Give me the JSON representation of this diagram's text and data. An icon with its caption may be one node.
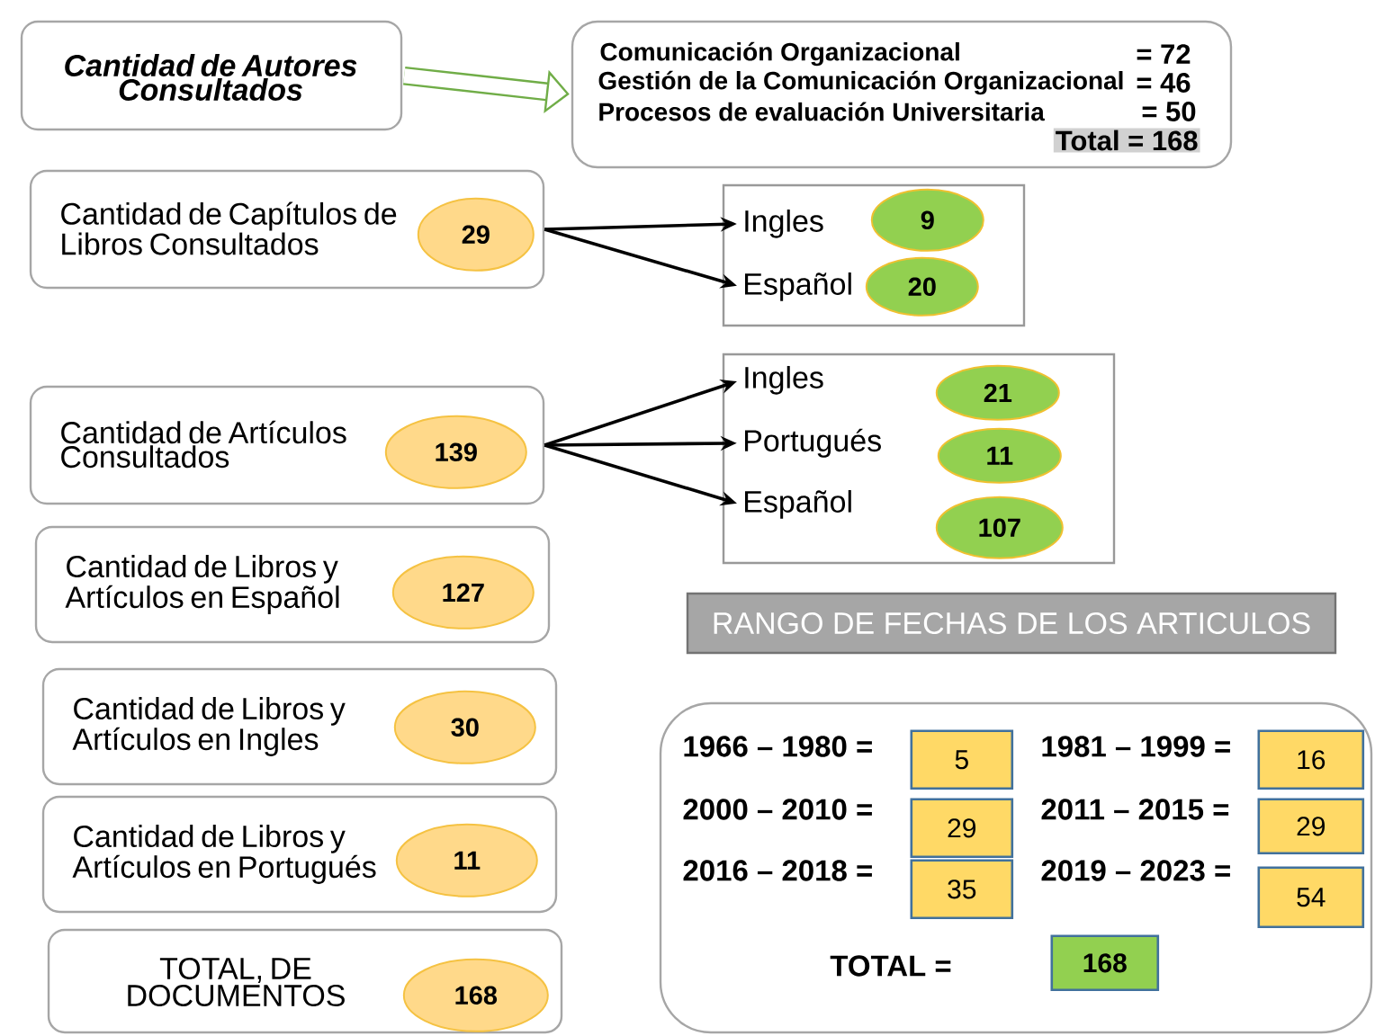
{
  "diagram": {
    "nodes": [
      {
        "text": [
          "Cantidad de Autores Consultados"
        ]
      },
      {
        "text": [
          "Comunicación Organizacional",
          "= 72",
          "Gestión de la Comunicación Organizacional",
          "= 46",
          "Procesos de evaluación Universitaria",
          "= 50",
          "Total = 168"
        ]
      },
      {
        "text": [
          "Cantidad de Capítulos de Libros Consultados"
        ]
      },
      {
        "text": [
          "29"
        ],
        "in": 2
      },
      {
        "text": [],
        "shape": "box"
      },
      {
        "text": [
          "Ingles"
        ],
        "in": 4
      },
      {
        "text": [
          "9"
        ],
        "in": 4
      },
      {
        "text": [
          "Español"
        ],
        "in": 4
      },
      {
        "text": [
          "20"
        ],
        "in": 4
      },
      {
        "text": [
          "Cantidad de Artículos Consultados"
        ]
      },
      {
        "text": [
          "139"
        ],
        "in": 9
      },
      {
        "text": [],
        "shape": "box"
      },
      {
        "text": [
          "Ingles"
        ],
        "in": 11
      },
      {
        "text": [
          "21"
        ],
        "in": 11
      },
      {
        "text": [
          "Portugués"
        ],
        "in": 11
      },
      {
        "text": [
          "11"
        ],
        "in": 11
      },
      {
        "text": [
          "Español"
        ],
        "in": 11
      },
      {
        "text": [
          "107"
        ],
        "in": 11
      },
      {
        "text": [
          "Cantidad de Libros y Artículos en Español"
        ]
      },
      {
        "text": [
          "127"
        ],
        "in": 18
      },
      {
        "text": [
          "Cantidad de Libros y Artículos en Ingles"
        ]
      },
      {
        "text": [
          "30"
        ],
        "in": 20
      },
      {
        "text": [
          "Cantidad de Libros y Artículos en Portugués"
        ]
      },
      {
        "text": [
          "11"
        ],
        "in": 22
      },
      {
        "text": [
          "TOTAL, DE DOCUMENTOS"
        ]
      },
      {
        "text": [
          "168"
        ],
        "in": 24
      },
      {
        "text": [
          "RANGO DE FECHAS DE LOS ARTICULOS"
        ]
      },
      {
        "text": [
          "1966 – 1980 =",
          "1981 – 1999 =",
          "2000 – 2010 =",
          "2011 – 2015 =",
          "2016 – 2018 =",
          "2019 – 2023 =",
          "TOTAL ="
        ]
      },
      {
        "text": [
          "5"
        ],
        "in": 27
      },
      {
        "text": [
          "16"
        ],
        "in": 27
      },
      {
        "text": [
          "29"
        ],
        "in": 27
      },
      {
        "text": [
          "29"
        ],
        "in": 27
      },
      {
        "text": [
          "35"
        ],
        "in": 27
      },
      {
        "text": [
          "54"
        ],
        "in": 27
      },
      {
        "text": [
          "168"
        ],
        "in": 27
      }
    ],
    "edges": [
      {
        "from": 0,
        "to": 1,
        "arrow": "to",
        "style": "thick",
        "color": "#70ad47"
      },
      {
        "from": 2,
        "to": 5,
        "arrow": "to"
      },
      {
        "from": 2,
        "to": 7,
        "arrow": "to"
      },
      {
        "from": 9,
        "to": 12,
        "arrow": "to"
      },
      {
        "from": 9,
        "to": 14,
        "arrow": "to"
      },
      {
        "from": 9,
        "to": 16,
        "arrow": "to"
      }
    ]
  }
}
